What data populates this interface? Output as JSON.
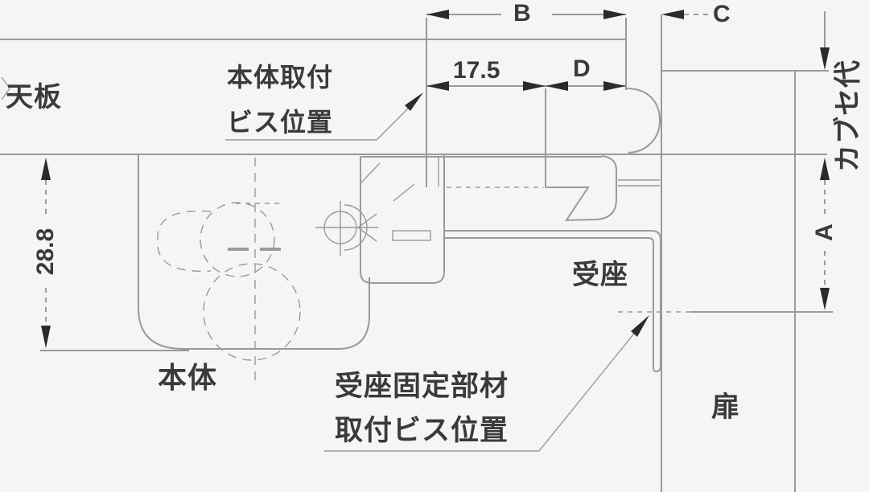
{
  "diagram": {
    "type": "technical-installation-drawing",
    "labels": {
      "top_panel": "天板",
      "body_screw_position_line1": "本体取付",
      "body_screw_position_line2": "ビス位置",
      "main_body": "本体",
      "catch_seat": "受座",
      "catch_fixing_line1": "受座固定部材",
      "catch_fixing_line2": "取付ビス位置",
      "door": "扉",
      "overlay_allowance": "カブセ代"
    },
    "dimensions": {
      "b": "B",
      "c": "C",
      "d": "D",
      "a": "A",
      "body_screw_offset": "17.5",
      "body_depth": "28.8"
    },
    "colors": {
      "line": "#9a9a9a",
      "text": "#3a3a3a",
      "arrow": "#2b2b2b",
      "background": "#f5f5f4"
    }
  }
}
